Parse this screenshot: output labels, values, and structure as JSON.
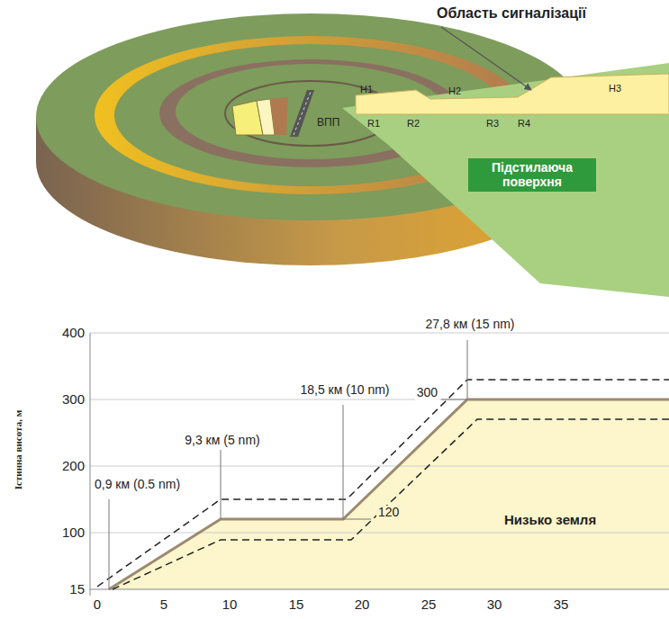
{
  "diagram": {
    "nodes": [
      {
        "text": [
          "Підстилаюча поверхня"
        ]
      }
    ],
    "labels": [
      "Область сигналізації",
      "H1",
      "H2",
      "H3",
      "R1",
      "R2",
      "R3",
      "R4",
      "ВПП",
      "27,8 км (15 nm)",
      "300",
      "18,5 км (10 nm)",
      "9,3 км (5 nm)",
      "0,9 км (0.5 nm)",
      "120",
      "Низько земля",
      "Істинна висота, м",
      "400",
      "300",
      "200",
      "100",
      "15",
      "0",
      "5",
      "10",
      "15",
      "20",
      "25",
      "30",
      "35"
    ]
  }
}
